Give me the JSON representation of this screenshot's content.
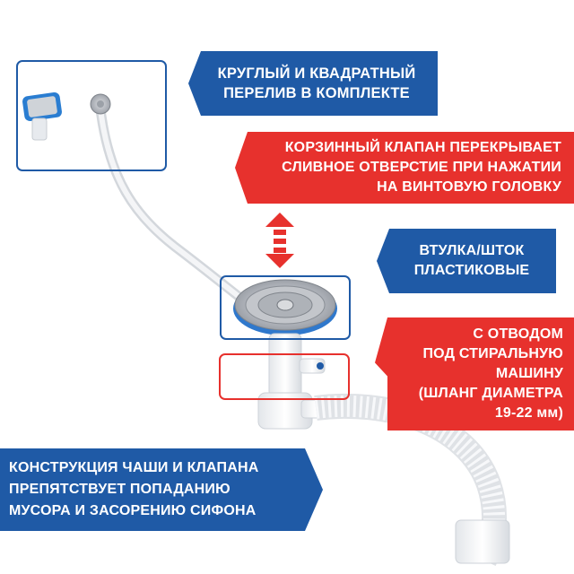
{
  "banners": {
    "overflow": [
      "КРУГЛЫЙ И КВАДРАТНЫЙ",
      "ПЕРЕЛИВ В КОМПЛЕКТЕ"
    ],
    "basket": [
      "КОРЗИННЫЙ КЛАПАН ПЕРЕКРЫВАЕТ",
      "СЛИВНОЕ ОТВЕРСТИЕ ПРИ НАЖАТИИ",
      "НА ВИНТОВУЮ ГОЛОВКУ"
    ],
    "bushing": [
      "ВТУЛКА/ШТОК",
      "ПЛАСТИКОВЫЕ"
    ],
    "drain": {
      "lines": [
        "С ОТВОДОМ",
        "ПОД СТИРАЛЬНУЮ",
        "МАШИНУ",
        "(ШЛАНГ ДИАМЕТРА"
      ],
      "size": "19-22",
      "unit": "мм)"
    },
    "bowl": [
      "КОНСТРУКЦИЯ ЧАШИ И КЛАПАНА",
      "ПРЕПЯТСТВУЕТ ПОПАДАНИЮ",
      "МУСОРА И ЗАСОРЕНИЮ СИФОНА"
    ]
  },
  "colors": {
    "blue": "#1f5aa6",
    "red": "#e7312d",
    "pipe": "#eef0f3",
    "metal": "#b9bcc2"
  },
  "icons": {
    "arrow": "red-double-arrow-icon"
  }
}
